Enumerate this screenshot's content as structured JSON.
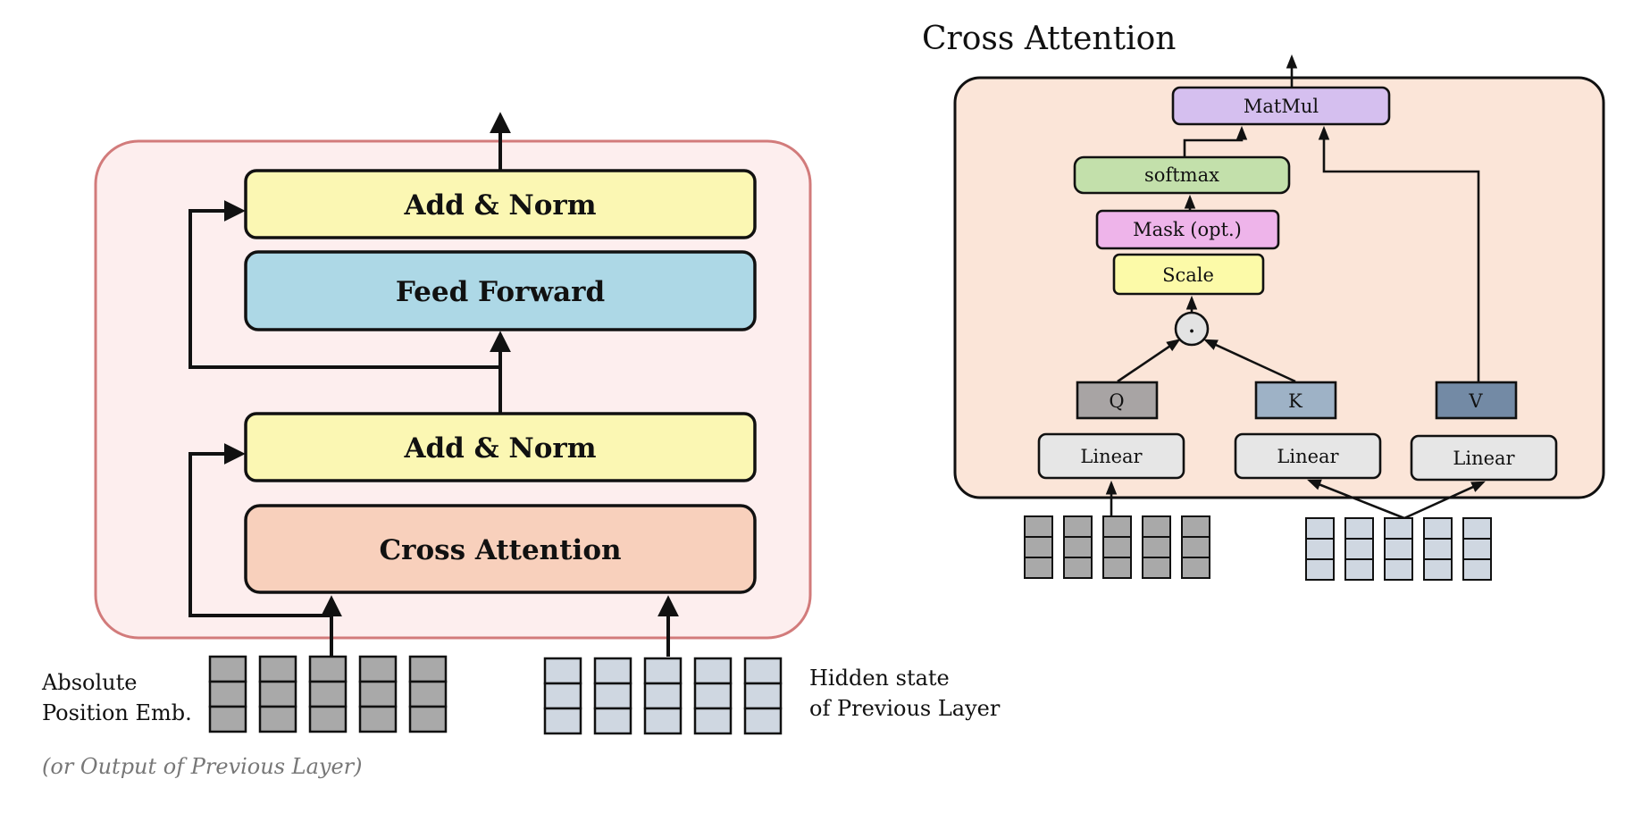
{
  "left_block": {
    "add_norm_top": "Add & Norm",
    "feed_forward": "Feed Forward",
    "add_norm_bottom": "Add & Norm",
    "cross_attention": "Cross Attention",
    "input_left_label_1": "Absolute",
    "input_left_label_2": "Position Emb.",
    "input_left_note": "(or Output of Previous Layer)",
    "input_right_label_1": "Hidden state",
    "input_right_label_2": "of Previous Layer"
  },
  "right_block": {
    "title": "Cross Attention",
    "matmul": "MatMul",
    "softmax": "softmax",
    "mask": "Mask (opt.)",
    "scale": "Scale",
    "dot": "·",
    "q": "Q",
    "k": "K",
    "v": "V",
    "linear_q": "Linear",
    "linear_k": "Linear",
    "linear_v": "Linear"
  },
  "colors": {
    "left_container_fill": "#fdeeee",
    "left_container_stroke": "#d27b7b",
    "right_container_fill": "#fbe5d8",
    "add_norm": "#fbf7b3",
    "feed_forward": "#add8e6",
    "cross_attention": "#f8d0bc",
    "matmul": "#d5bfef",
    "softmax": "#c3e0ab",
    "mask": "#eeb4ea",
    "scale": "#fcfaa8",
    "q": "#a8a4a4",
    "k": "#9eb2c6",
    "v": "#738aa5",
    "linear": "#e6e6e6",
    "token_dark": "#a9a9a9",
    "token_light": "#cfd7e1"
  }
}
